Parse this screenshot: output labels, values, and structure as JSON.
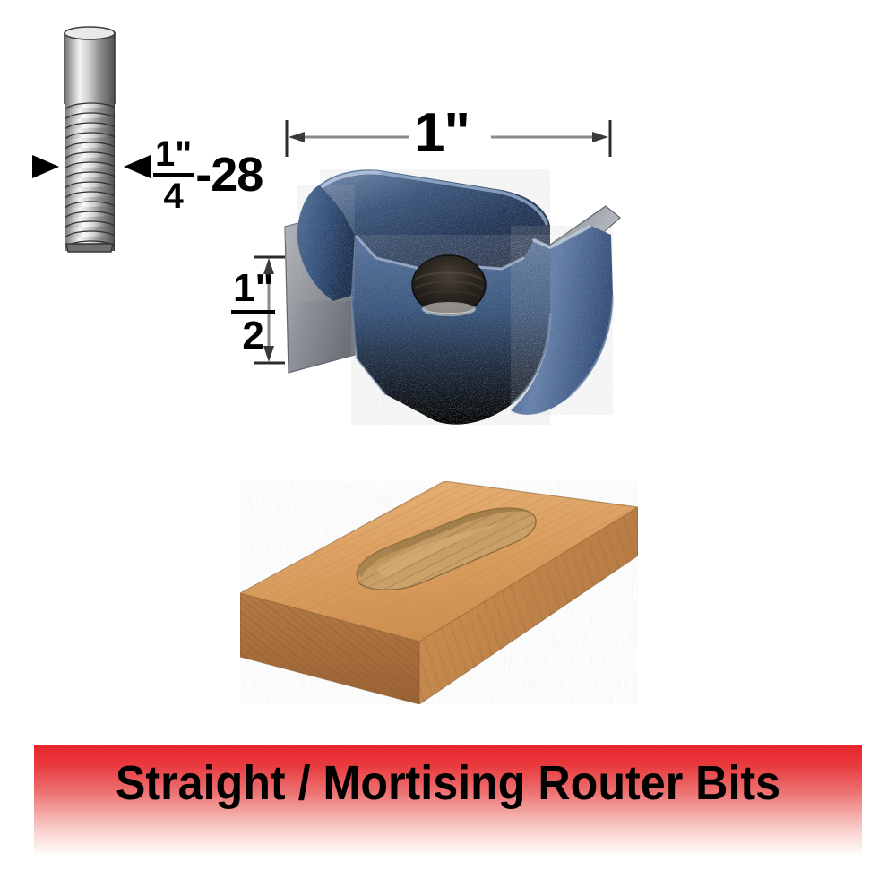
{
  "product": {
    "banner_title": "Straight / Mortising Router Bits",
    "banner_color_top": "#e8262b",
    "banner_color_bottom": "#ffffff"
  },
  "dimensions": {
    "cutter_width": {
      "label": "1\"",
      "value": "1",
      "unit": "\"",
      "orientation": "horizontal"
    },
    "cutter_height": {
      "numerator": "1\"",
      "denominator": "2",
      "label": "1/2\"",
      "orientation": "vertical"
    },
    "shank_thread": {
      "numerator": "1\"",
      "denominator": "4",
      "suffix": "-28",
      "label": "1/4\"-28",
      "orientation": "horizontal"
    }
  },
  "figures": {
    "arbor": {
      "name": "threaded-arbor-stud",
      "colors": {
        "metal_light": "#f2f2f2",
        "metal_mid": "#9a9a9a",
        "metal_dark": "#4a4a4a"
      }
    },
    "cutter": {
      "name": "mortising-cutter-body",
      "colors": {
        "blue_light": "#8fa7c4",
        "blue_mid": "#456086",
        "blue_dark": "#1d2f4a",
        "carbide": "#8d9196",
        "bore": "#2a2520"
      }
    },
    "workpiece": {
      "name": "wood-block-with-mortise",
      "colors": {
        "top_face": "#e3a767",
        "front_face": "#ab7240",
        "side_face": "#c78e51",
        "mortise_floor": "#caa070",
        "mortise_wall": "#b08a5d"
      }
    }
  }
}
